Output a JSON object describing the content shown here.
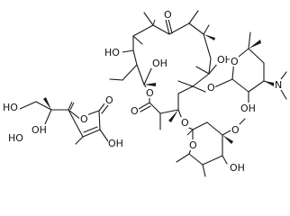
{
  "structure": {
    "molecules": [
      "ascorbic-acid",
      "erythromycin"
    ],
    "labels": {
      "ho_1": "HO",
      "oh_1": "OH",
      "ho_2": "HO",
      "oh_2": "OH",
      "o_ring_asc": "O",
      "o_carbonyl_asc": "O",
      "o_ketone": "O",
      "ho_mac_1": "HO",
      "oh_mac_1": "OH",
      "oh_mac_2": "OH",
      "o_lactone_ring": "O",
      "o_lactone_carbonyl": "O",
      "o_glyco_1": "O",
      "o_desosamine_ring": "O",
      "oh_desosamine": "OH",
      "n_dimethyl": "N",
      "o_glyco_2": "O",
      "o_cladinose_ring": "O",
      "o_methoxy": "O",
      "oh_cladinose": "OH"
    }
  }
}
